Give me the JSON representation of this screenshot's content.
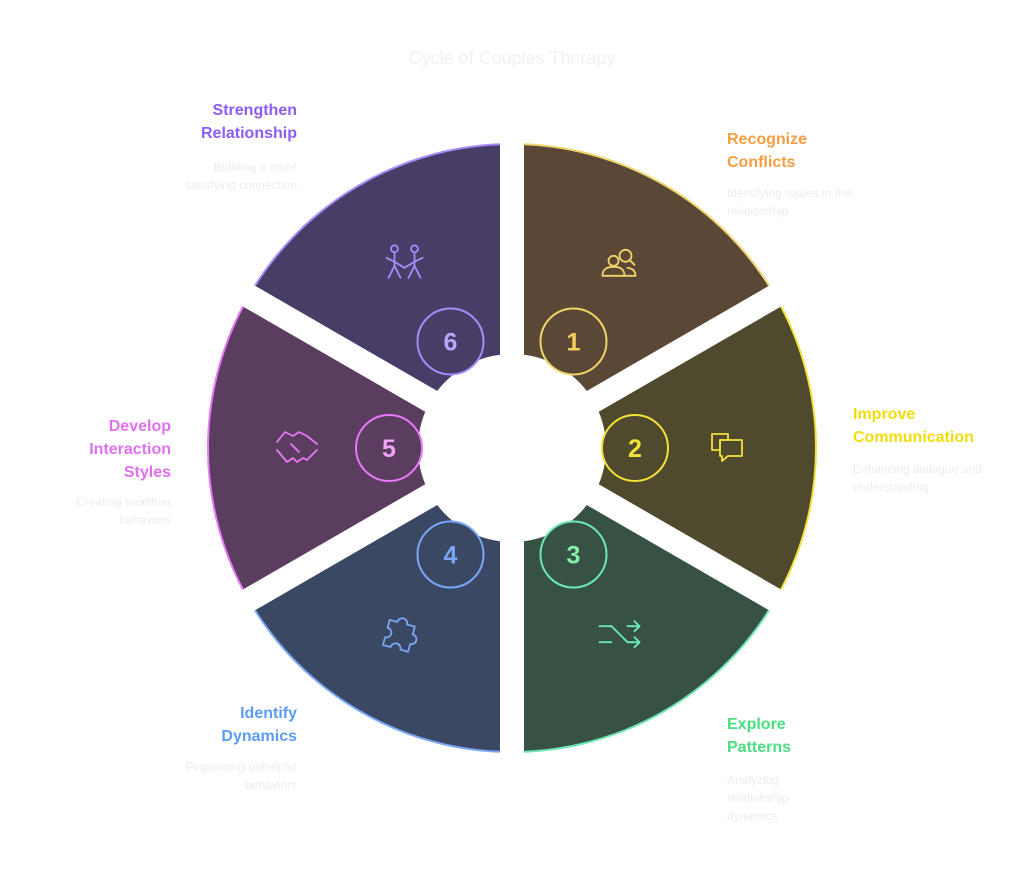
{
  "title": "Cycle of Couples Therapy",
  "steps": [
    {
      "number": "1",
      "label": "Recognize Conflicts",
      "description": "Identifying issues in the relationship",
      "icon": "people-search-icon",
      "label_color": "#f59e42",
      "fill": "#5b4736",
      "stroke": "#efd46a",
      "number_color": "#f2cf5b"
    },
    {
      "number": "2",
      "label": "Improve Communication",
      "description": "Enhancing dialogue and understanding",
      "icon": "chat-bubbles-icon",
      "label_color": "#f2dd0c",
      "fill": "#4f4a2d",
      "stroke": "#f4e13a",
      "number_color": "#f4e13a"
    },
    {
      "number": "3",
      "label": "Explore Patterns",
      "description": "Analyzing relationship dynamics",
      "icon": "shuffle-icon",
      "label_color": "#4ade80",
      "fill": "#385145",
      "stroke": "#6ee7b7",
      "number_color": "#86efac"
    },
    {
      "number": "4",
      "label": "Identify Dynamics",
      "description": "Pinpointing unhelpful behaviors",
      "icon": "puzzle-icon",
      "label_color": "#5b9cf5",
      "fill": "#3a4864",
      "stroke": "#7aa7f5",
      "number_color": "#7aa7f5"
    },
    {
      "number": "5",
      "label": "Develop Interaction Styles",
      "description": "Creating healthier behaviors",
      "icon": "handshake-icon",
      "label_color": "#e070f2",
      "fill": "#5a3d5f",
      "stroke": "#e879f9",
      "number_color": "#f0a3f8"
    },
    {
      "number": "6",
      "label": "Strengthen Relationship",
      "description": "Building a more satisfying connection",
      "icon": "couple-icon",
      "label_color": "#8b5cf6",
      "fill": "#473d66",
      "stroke": "#a78bfa",
      "number_color": "#b9a5fb"
    }
  ]
}
